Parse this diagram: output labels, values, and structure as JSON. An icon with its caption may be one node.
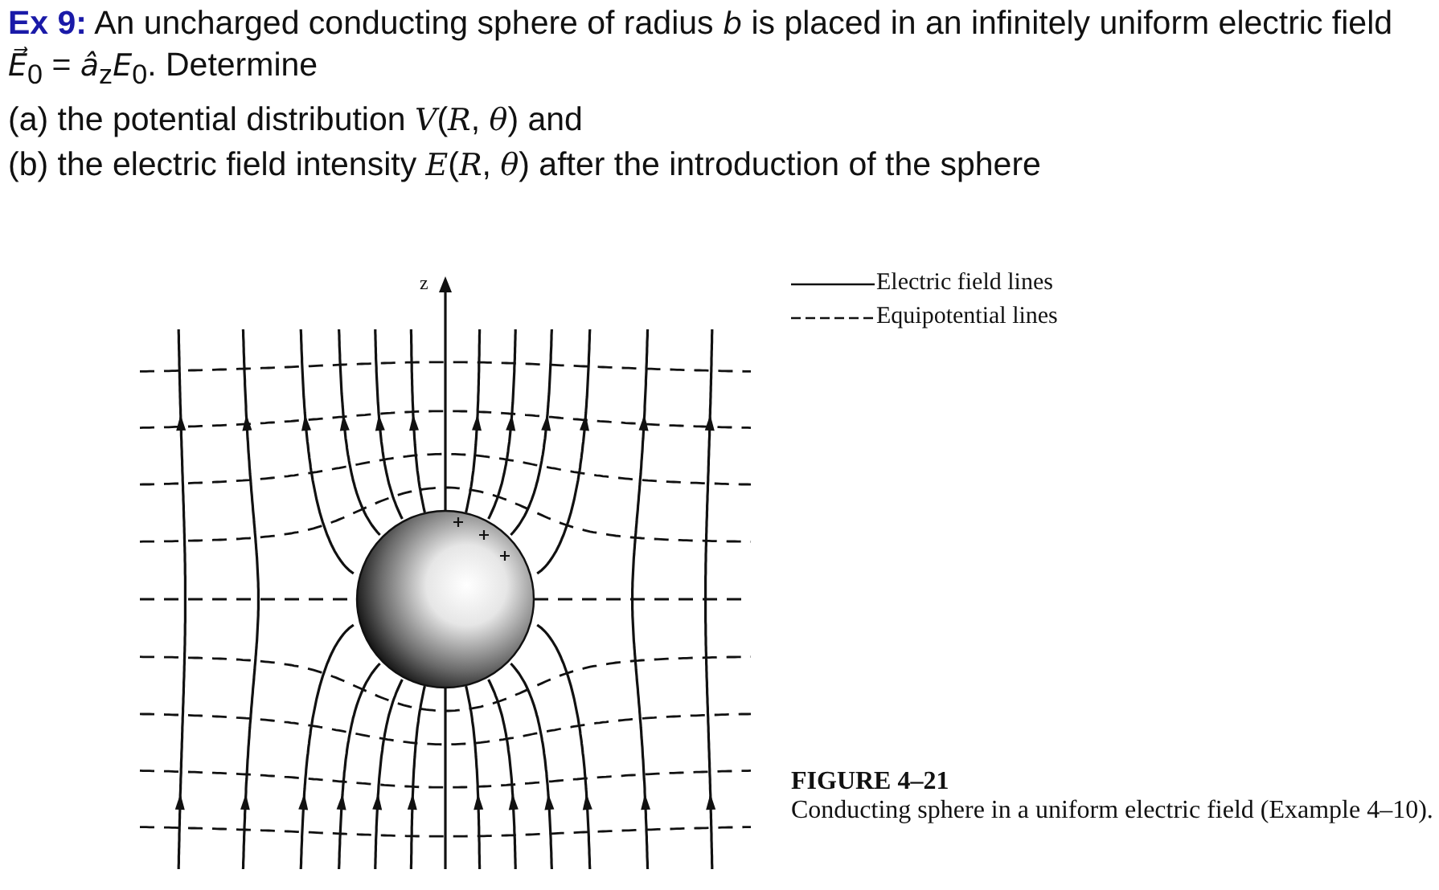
{
  "diagram": {
    "title": "**Ex 9:** An uncharged conducting sphere of radius *b* is placed in an infinitely uniform electric field *E⃗*$_{0}$ = *â*$_{z}$*E*$_{0}$. Determine",
    "caption": "**FIGURE 4–21** Conducting sphere in a uniform electric field (Example 4–10).",
    "labels": [
      "(a) the potential distribution *V*(*R*, *θ*) and",
      "(b) the electric field intensity *E*(*R*, *θ*) after the introduction of the sphere",
      "z"
    ],
    "legend": [
      {
        "text": "Electric field lines"
      },
      {
        "text": "Equipotential lines"
      }
    ]
  }
}
